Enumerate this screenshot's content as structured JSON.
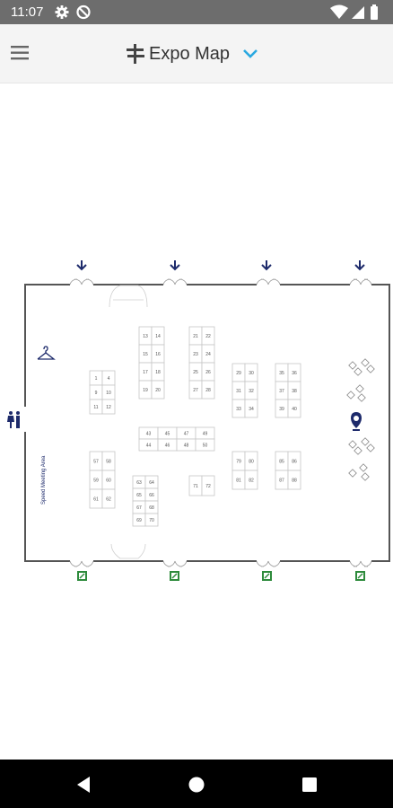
{
  "status_bar": {
    "time": "11:07",
    "icons_left": [
      "gear-icon",
      "do-not-disturb-icon"
    ],
    "icons_right": [
      "wifi-icon",
      "signal-icon",
      "battery-icon"
    ]
  },
  "app_bar": {
    "title": "Expo Map",
    "menu_icon": "hamburger-menu-icon",
    "title_icon": "signpost-icon",
    "dropdown_icon": "chevron-down-icon",
    "accent_color": "#29a8e0"
  },
  "map": {
    "area_label": "Speed Meeting Area",
    "entrance_icon": "arrow-down-icon",
    "exit_icon": "emergency-exit-icon",
    "amenity_icons": [
      "cloakroom-hanger-icon",
      "restroom-icon",
      "info-location-pin-icon"
    ],
    "booth_blocks": [
      [
        "1",
        "4",
        "9",
        "10",
        "11",
        "12"
      ],
      [
        "13",
        "14",
        "15",
        "16",
        "17",
        "18",
        "19",
        "20"
      ],
      [
        "21",
        "22",
        "23",
        "24",
        "25",
        "26",
        "27",
        "28"
      ],
      [
        "29",
        "30",
        "31",
        "32",
        "33",
        "34"
      ],
      [
        "35",
        "36",
        "37",
        "38",
        "39",
        "40"
      ],
      [
        "43",
        "45",
        "47",
        "49",
        "44",
        "46",
        "48",
        "50"
      ],
      [
        "57",
        "58",
        "59",
        "60",
        "61",
        "62"
      ],
      [
        "63",
        "64",
        "65",
        "66",
        "67",
        "68",
        "69",
        "70"
      ],
      [
        "71",
        "72"
      ],
      [
        "79",
        "80",
        "81",
        "82"
      ],
      [
        "85",
        "86",
        "87",
        "88"
      ]
    ]
  },
  "nav_bar": {
    "buttons": [
      "back-icon",
      "home-icon",
      "recents-icon"
    ]
  }
}
